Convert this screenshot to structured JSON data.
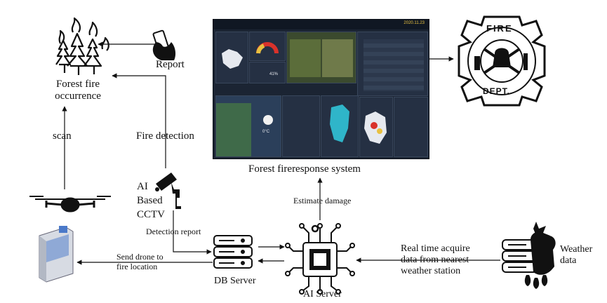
{
  "labels": {
    "report": "Report",
    "forest_fire_occurrence_line1": "Forest fire",
    "forest_fire_occurrence_line2": "occurrence",
    "scan": "scan",
    "fire_detection": "Fire detection",
    "ai_based_cctv_line1": "AI",
    "ai_based_cctv_line2": "Based",
    "ai_based_cctv_line3": "CCTV",
    "detection_report": "Detection report",
    "send_drone_line1": "Send drone to",
    "send_drone_line2": "fire location",
    "db_server": "DB Server",
    "ai_server": "AI Server",
    "estimate_damage": "Estimate damage",
    "forest_fire_response_system": "Forest fireresponse system",
    "real_time_line1": "Real time acquire",
    "real_time_line2": "data from nearest",
    "real_time_line3": "weather station",
    "weather_data_line1": "Weather",
    "weather_data_line2": "data",
    "fire_dept_top": "FIRE",
    "fire_dept_bottom": "DEPT.",
    "dashboard_time": "2020.11.23",
    "dashboard_temp": "0°C",
    "dashboard_pct": "41%"
  },
  "colors": {
    "arrow": "#111111",
    "dashboard_bg": "#1b2433",
    "fire_red": "#d9322b",
    "map_white": "#e6e9ef"
  }
}
